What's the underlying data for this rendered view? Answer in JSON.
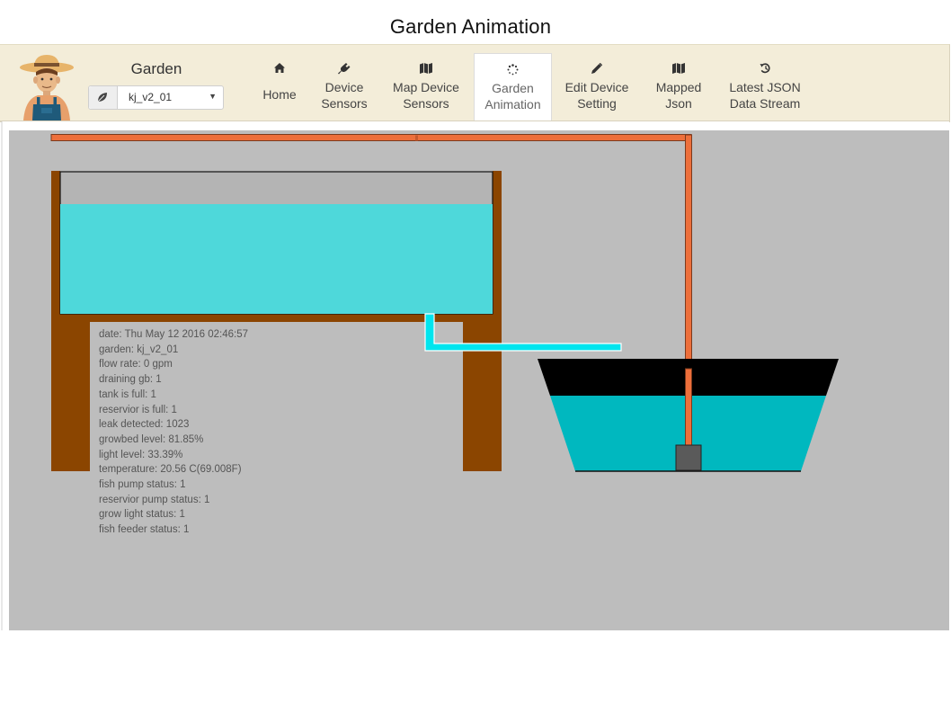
{
  "page": {
    "title": "Garden Animation"
  },
  "header": {
    "garden_label": "Garden",
    "garden_select": {
      "value": "kj_v2_01",
      "icon": "leaf-icon"
    },
    "avatar": "farmer-avatar"
  },
  "nav": {
    "items": [
      {
        "id": "home",
        "label1": "Home",
        "label2": "",
        "icon": "home-icon"
      },
      {
        "id": "device-sensors",
        "label1": "Device",
        "label2": "Sensors",
        "icon": "plug-icon"
      },
      {
        "id": "map-device-sensors",
        "label1": "Map Device",
        "label2": "Sensors",
        "icon": "map-icon"
      },
      {
        "id": "garden-animation",
        "label1": "Garden",
        "label2": "Animation",
        "icon": "spinner-icon",
        "active": true
      },
      {
        "id": "edit-device-setting",
        "label1": "Edit Device",
        "label2": "Setting",
        "icon": "pencil-icon"
      },
      {
        "id": "mapped-json",
        "label1": "Mapped",
        "label2": "Json",
        "icon": "map-icon"
      },
      {
        "id": "latest-json",
        "label1": "Latest JSON",
        "label2": "Data Stream",
        "icon": "history-icon"
      }
    ]
  },
  "animation": {
    "colors": {
      "background": "#bdbdbd",
      "pipe": "#ed6f3b",
      "wood": "#8b4500",
      "water": "#4ed8da",
      "reservoir_water": "#00b8bf",
      "drain": "#00e5ee",
      "pump": "#5a5a5a"
    },
    "growbed_level": 0.8185,
    "readout": {
      "date": "date: Thu May 12 2016 02:46:57",
      "garden": "garden: kj_v2_01",
      "flow_rate": "flow rate: 0 gpm",
      "draining": "draining gb: 1",
      "tank_full": "tank is full: 1",
      "reservoir_full": "reservior is full: 1",
      "leak": "leak detected: 1023",
      "growbed_level": "growbed level: 81.85%",
      "light_level": "light level: 33.39%",
      "temperature": "temperature: 20.56 C(69.008F)",
      "fish_pump": "fish pump status: 1",
      "reservoir_pump": "reservior pump status: 1",
      "grow_light": "grow light status: 1",
      "fish_feeder": "fish feeder status: 1"
    }
  }
}
